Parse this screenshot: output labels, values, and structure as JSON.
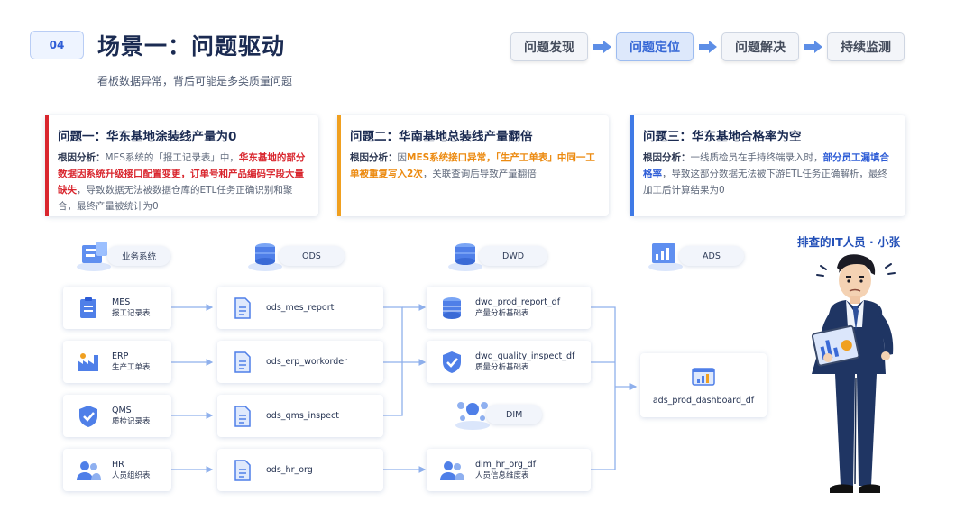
{
  "header": {
    "badge": "04",
    "title": "场景一：问题驱动",
    "subtitle": "看板数据异常，背后可能是多类质量问题"
  },
  "steps": [
    {
      "label": "问题发现",
      "active": false
    },
    {
      "label": "问题定位",
      "active": true
    },
    {
      "label": "问题解决",
      "active": false
    },
    {
      "label": "持续监测",
      "active": false
    }
  ],
  "cards": [
    {
      "title": "问题一：华东基地涂装线产量为0",
      "accent": "#d9262e",
      "label": "根因分析：",
      "text1": "MES系统的「报工记录表」中，",
      "highlight": "华东基地的部分数据因系统升级接口配置变更，订单号和产品编码字段大量缺失",
      "text2": "，导致数据无法被数据仓库的ETL任务正确识别和聚合，最终产量被统计为0"
    },
    {
      "title": "问题二：华南基地总装线产量翻倍",
      "accent": "#f0a020",
      "label": "根因分析：",
      "text1": "因",
      "highlight": "MES系统接口异常，「生产工单表」中同一工单被重复写入2次",
      "text2": "，关联查询后导致产量翻倍"
    },
    {
      "title": "问题三：华东基地合格率为空",
      "accent": "#3f7ae6",
      "label": "根因分析：",
      "text1": "一线质检员在手持终端录入时，",
      "highlight": "部分员工漏填合格率",
      "text2": "，导致这部分数据无法被下游ETL任务正确解析，最终加工后计算结果为0"
    }
  ],
  "flow": {
    "columns": {
      "source": "业务系统",
      "ods": "ODS",
      "dwd": "DWD",
      "ads": "ADS",
      "dim": "DIM"
    },
    "sources": [
      {
        "name": "MES",
        "desc": "报工记录表",
        "icon": "clipboard-icon"
      },
      {
        "name": "ERP",
        "desc": "生产工单表",
        "icon": "factory-icon"
      },
      {
        "name": "QMS",
        "desc": "质检记录表",
        "icon": "shield-check-icon"
      },
      {
        "name": "HR",
        "desc": "人员组织表",
        "icon": "people-icon"
      }
    ],
    "ods": [
      {
        "name": "ods_mes_report"
      },
      {
        "name": "ods_erp_workorder"
      },
      {
        "name": "ods_qms_inspect"
      },
      {
        "name": "ods_hr_org"
      }
    ],
    "dwd": [
      {
        "name": "dwd_prod_report_df",
        "desc": "产量分析基础表",
        "icon": "database-icon"
      },
      {
        "name": "dwd_quality_inspect_df",
        "desc": "质量分析基础表",
        "icon": "shield-check-icon"
      }
    ],
    "dim": [
      {
        "name": "dim_hr_org_df",
        "desc": "人员信息维度表",
        "icon": "people-icon"
      }
    ],
    "ads": [
      {
        "name": "ads_prod_dashboard_df",
        "icon": "dashboard-icon"
      }
    ]
  },
  "person": {
    "label": "排查的IT人员 · 小张"
  },
  "colors": {
    "primary": "#2d5cd6",
    "red": "#d9262e",
    "orange": "#f0a020",
    "blue": "#3f7ae6",
    "line": "#8fb0ec"
  }
}
